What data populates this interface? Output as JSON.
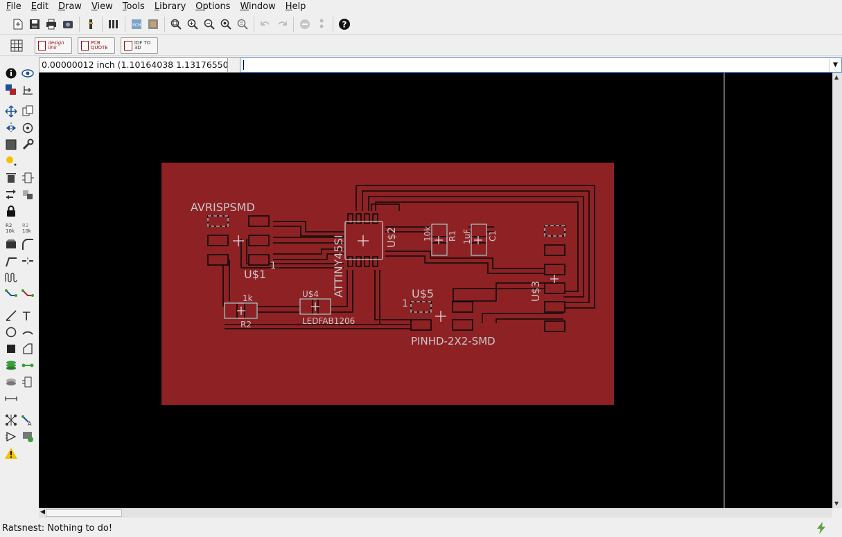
{
  "menu": [
    "File",
    "Edit",
    "Draw",
    "View",
    "Tools",
    "Library",
    "Options",
    "Window",
    "Help"
  ],
  "menu_mnemonics": [
    "F",
    "E",
    "D",
    "V",
    "T",
    "L",
    "O",
    "W",
    "H"
  ],
  "toolbar": {
    "designlink_label": "design link",
    "pcbquote_label": "PCB QUOTE",
    "idf_label": "IDF TO 3D"
  },
  "command": {
    "coordinates": "0.00000012 inch (1.10164038 1.13176550)",
    "input_value": ""
  },
  "board": {
    "color": "#8e2124",
    "labels": {
      "avrispsmd": "AVRISPSMD",
      "u1": "U$1",
      "pin1_a": "1",
      "attiny": "ATTINY45SI",
      "u2": "U$2",
      "r1_value": "10k",
      "r1": "R1",
      "c1_value": "1uF",
      "c1": "C1",
      "u3": "U$3",
      "u5": "U$5",
      "pin1_b": "1",
      "pinhd": "PINHD-2X2-SMD",
      "r2_value": "1k",
      "r2": "R2",
      "u4": "U$4",
      "ledfab": "LEDFAB1206"
    }
  },
  "status": {
    "message": "Ratsnest: Nothing to do!"
  },
  "colors": {
    "canvas": "#000000",
    "board": "#8e2124",
    "trace": "#8e2124",
    "outline": "#0a0a0a",
    "silk": "#c8c8c8"
  }
}
